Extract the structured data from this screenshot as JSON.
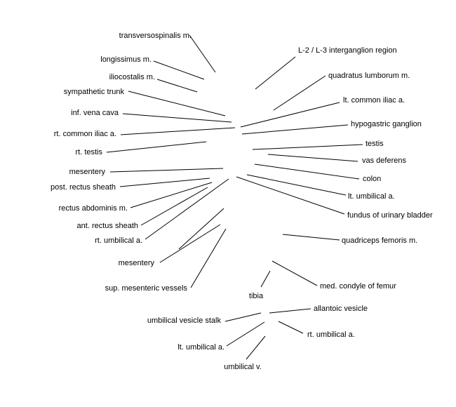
{
  "labels": [
    {
      "id": "transversospinalis",
      "text": "transversospinalis m."
    },
    {
      "id": "longissimus",
      "text": "longissimus m."
    },
    {
      "id": "iliocostalis",
      "text": "iliocostalis m."
    },
    {
      "id": "sympathetic-trunk",
      "text": "sympathetic trunk"
    },
    {
      "id": "inf-vena-cava",
      "text": "inf. vena cava"
    },
    {
      "id": "rt-common-iliac",
      "text": "rt. common iliac a."
    },
    {
      "id": "rt-testis",
      "text": "rt. testis"
    },
    {
      "id": "mesentery-left",
      "text": "mesentery"
    },
    {
      "id": "post-rectus-sheath",
      "text": "post. rectus sheath"
    },
    {
      "id": "rectus-abdominis",
      "text": "rectus abdominis m."
    },
    {
      "id": "ant-rectus-sheath",
      "text": "ant. rectus sheath"
    },
    {
      "id": "rt-umbilical-upper",
      "text": "rt. umbilical a."
    },
    {
      "id": "mesentery-lower",
      "text": "mesentery"
    },
    {
      "id": "sup-mesenteric-vessels",
      "text": "sup. mesenteric vessels"
    },
    {
      "id": "l2-l3",
      "text": "L-2 / L-3 interganglion region"
    },
    {
      "id": "quadratus-lumborum",
      "text": "quadratus lumborum m."
    },
    {
      "id": "lt-common-iliac",
      "text": "lt. common iliac a."
    },
    {
      "id": "hypogastric-ganglion",
      "text": "hypogastric ganglion"
    },
    {
      "id": "testis",
      "text": "testis"
    },
    {
      "id": "vas-deferens",
      "text": "vas deferens"
    },
    {
      "id": "colon",
      "text": "colon"
    },
    {
      "id": "lt-umbilical-upper",
      "text": "lt. umbilical a."
    },
    {
      "id": "fundus-bladder",
      "text": "fundus of urinary bladder"
    },
    {
      "id": "quadriceps-femoris",
      "text": "quadriceps femoris m."
    },
    {
      "id": "med-condyle-femur",
      "text": "med. condyle of femur"
    },
    {
      "id": "tibia",
      "text": "tibia"
    },
    {
      "id": "allantoic-vesicle",
      "text": "allantoic vesicle"
    },
    {
      "id": "umbilical-vesicle-stalk",
      "text": "umbilical vesicle stalk"
    },
    {
      "id": "rt-umbilical-lower",
      "text": "rt. umbilical a."
    },
    {
      "id": "lt-umbilical-lower",
      "text": "lt. umbilical a."
    },
    {
      "id": "umbilical-v",
      "text": "umbilical v."
    }
  ]
}
